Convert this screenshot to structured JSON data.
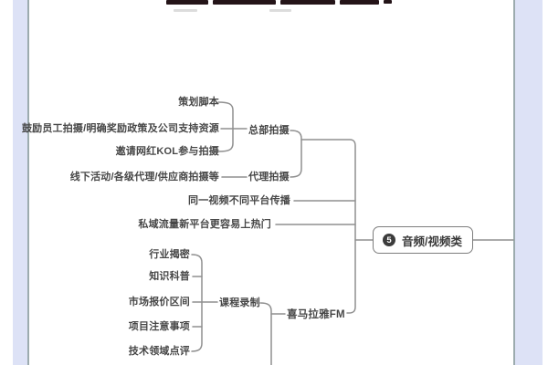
{
  "mindmap": {
    "root": {
      "badge": "5",
      "label": "音频/视频类"
    },
    "branches": [
      {
        "label": "总部拍摄",
        "children": [
          {
            "label": "策划脚本"
          },
          {
            "label": "鼓励员工拍摄/明确奖励政策及公司支持资源"
          },
          {
            "label": "邀请网红KOL参与拍摄"
          }
        ]
      },
      {
        "label": "代理拍摄",
        "children": [
          {
            "label": "线下活动/各级代理/供应商拍摄等"
          }
        ]
      },
      {
        "label": "同一视频不同平台传播"
      },
      {
        "label": "私域流量新平台更容易上热门"
      },
      {
        "label": "喜马拉雅FM",
        "children": [
          {
            "label": "课程录制",
            "children": [
              {
                "label": "行业揭密"
              },
              {
                "label": "知识科普"
              },
              {
                "label": "市场报价区间"
              },
              {
                "label": "项目注意事项"
              },
              {
                "label": "技术领域点评"
              }
            ]
          }
        ]
      }
    ]
  },
  "colors": {
    "connector_line": "#8f8f8f",
    "topic_text": "#474747",
    "node_border": "#7d7d7d",
    "badge_background": "#3c3c3c",
    "badge_text": "#ffffff",
    "page_gutter": "#dde2f6",
    "page_edge_line": "#9cabae"
  }
}
